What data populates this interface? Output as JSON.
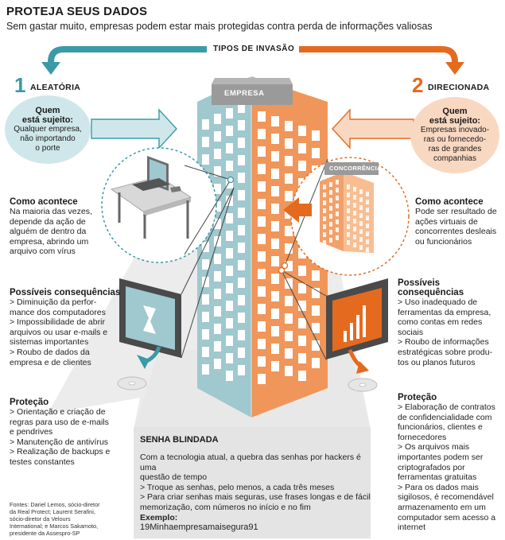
{
  "header": {
    "title": "PROTEJA SEUS DADOS",
    "subtitle": "Sem gastar muito, empresas podem estar mais protegidas contra perda de informações valiosas"
  },
  "tipos_label": "TIPOS DE INVASÃO",
  "building": {
    "empresa_label": "EMPRESA",
    "concorrencia_label": "CONCORRÊNCIA"
  },
  "left": {
    "number": "1",
    "name": "ALEATÓRIA",
    "quem_title_1": "Quem",
    "quem_title_2": "está sujeito:",
    "quem_lines": [
      "Qualquer empresa,",
      "não importando",
      "o porte"
    ],
    "como_title": "Como acontece",
    "como_lines": [
      "Na maioria das vezes,",
      "depende da ação de",
      "alguém de dentro da",
      "empresa, abrindo um",
      "arquivo com vírus"
    ],
    "cons_title": "Possíveis consequências",
    "cons_lines": [
      "> Diminuição da perfor-",
      "mance dos computadores",
      "> Impossibilidade de abrir",
      "arquivos ou usar e-mails e",
      "sistemas importantes",
      "> Roubo de dados da",
      "empresa e de clientes"
    ],
    "prot_title": "Proteção",
    "prot_lines": [
      "> Orientação e criação de",
      "regras para uso de e-mails",
      "e pendrives",
      "> Manutenção de antivírus",
      "> Realização de backups e",
      "testes constantes"
    ]
  },
  "right": {
    "number": "2",
    "name": "DIRECIONADA",
    "quem_title_1": "Quem",
    "quem_title_2": "está sujeito:",
    "quem_lines": [
      "Empresas inovado-",
      "ras ou fornecedo-",
      "ras de grandes",
      "companhias"
    ],
    "como_title": "Como acontece",
    "como_lines": [
      "Pode ser resultado de",
      "ações virtuais de",
      "concorrentes desleais",
      "ou funcionários"
    ],
    "cons_title": "Possíveis consequências",
    "cons_lines": [
      "> Uso inadequado de",
      "ferramentas da empresa,",
      "como contas em redes",
      "sociais",
      "> Roubo de informações",
      "estratégicas sobre produ-",
      "tos ou planos futuros"
    ],
    "prot_title": "Proteção",
    "prot_lines": [
      "> Elaboração de contratos",
      "de confidencialidade com",
      "funcionários, clientes e",
      "fornecedores",
      "> Os arquivos mais",
      "importantes podem ser",
      "criptografados por",
      "ferramentas gratuitas",
      "> Para os dados mais",
      "sigilosos, é recomendável",
      "armazenamento em um",
      "computador sem acesso a",
      "internet"
    ]
  },
  "senha": {
    "title": "SENHA BLINDADA",
    "lines": [
      "Com a tecnologia atual, a quebra das senhas por hackers é uma",
      "questão de tempo",
      "> Troque as senhas, pelo menos, a cada três meses",
      "> Para criar senhas mais seguras, use frases longas e de fácil",
      "memorização, com números no início e no fim"
    ],
    "exemplo_label": "Exemplo:",
    "exemplo_value": "19Minhaempresamaisegura91"
  },
  "fontes_lines": [
    "Fontes: Dariel Lemos, sócio-diretor",
    "da Real Protect; Laurent Serafini,",
    "sócio-diretor da Velours",
    "International; e Marcos Sakamoto,",
    "presidente da Assespro-SP"
  ],
  "colors": {
    "teal": "#3a9aa8",
    "orange": "#e46a1f",
    "light_teal": "#cfe7ea",
    "light_orange": "#f9d8c2",
    "gray": "#e4e4e4"
  }
}
